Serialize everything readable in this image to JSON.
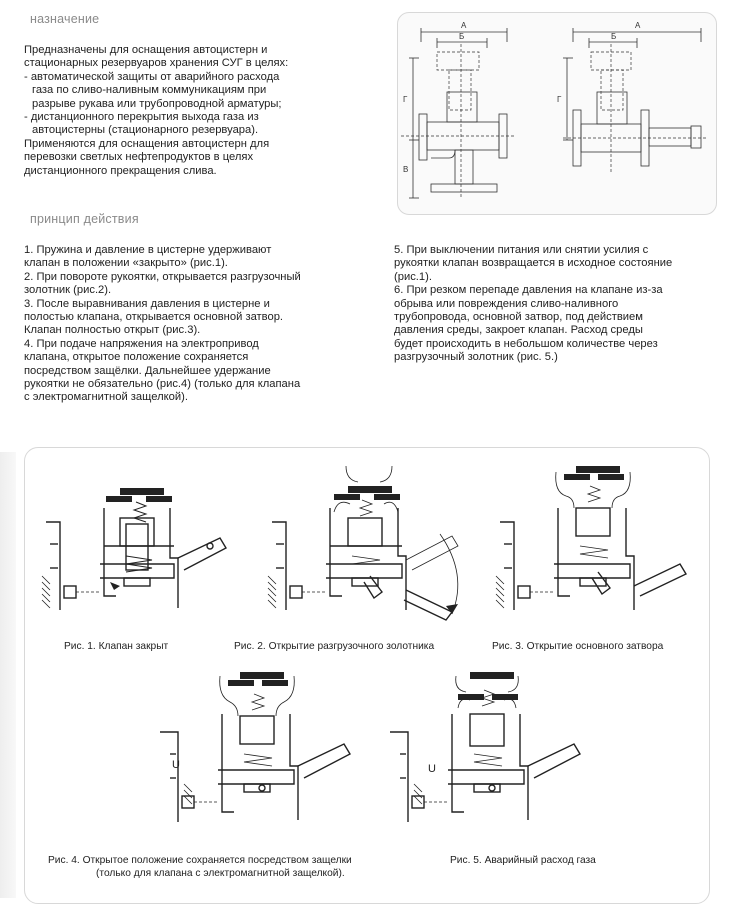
{
  "purpose": {
    "heading": "назначение",
    "lines": [
      "Предназначены для оснащения автоцистерн и",
      "стационарных резервуаров хранения СУГ в целях:",
      "- автоматической защиты от аварийного расхода",
      "газа по сливо-наливным коммуникациям при",
      "разрыве рукава или трубопроводной арматуры;",
      "- дистанционного перекрытия выхода газа из",
      "автоцистерны (стационарного резервуара).",
      "Применяются для оснащения автоцистерн для",
      "перевозки светлых нефтепродуктов в целях",
      "дистанционного прекращения слива."
    ]
  },
  "principle": {
    "heading": "принцип действия",
    "left_lines": [
      "1. Пружина и давление в цистерне удерживают",
      "клапан в положении «закрыто» (рис.1).",
      "2. При повороте рукоятки, открывается разгрузочный",
      "золотник (рис.2).",
      "3. После выравнивания давления в цистерне и",
      "полостью клапана, открывается основной затвор.",
      "Клапан полностью открыт (рис.3).",
      "4. При подаче напряжения на электропривод",
      "клапана, открытое положение сохраняется",
      "посредством защёлки. Дальнейшее удержание",
      "рукоятки не обязательно (рис.4) (только для клапана",
      "с электромагнитной защелкой)."
    ],
    "right_lines": [
      "5. При выключении питания или снятии усилия с",
      "рукоятки клапан возвращается в исходное состояние",
      "(рис.1).",
      "6. При резком перепаде давления на клапане из-за",
      "обрыва или повреждения сливо-наливного",
      "трубопровода, основной затвор, под действием",
      "давления среды, закроет клапан.  Расход среды",
      "будет происходить в небольшом количестве через",
      "разгрузочный золотник (рис. 5.)"
    ]
  },
  "dimension_labels": {
    "a": "А",
    "b": "Б",
    "v": "В",
    "g": "Г"
  },
  "figures": {
    "fig1_caption": "Рис. 1. Клапан закрыт",
    "fig2_caption": "Рис. 2. Открытие разгрузочного золотника",
    "fig3_caption": "Рис. 3. Открытие основного затвора",
    "fig4_caption_line1": "Рис.  4.  Открытое положение сохраняется посредством защелки",
    "fig4_caption_line2": "(только для клапана с электромагнитной защелкой).",
    "fig5_caption": "Рис. 5. Аварийный расход газа",
    "u_label": "U"
  }
}
